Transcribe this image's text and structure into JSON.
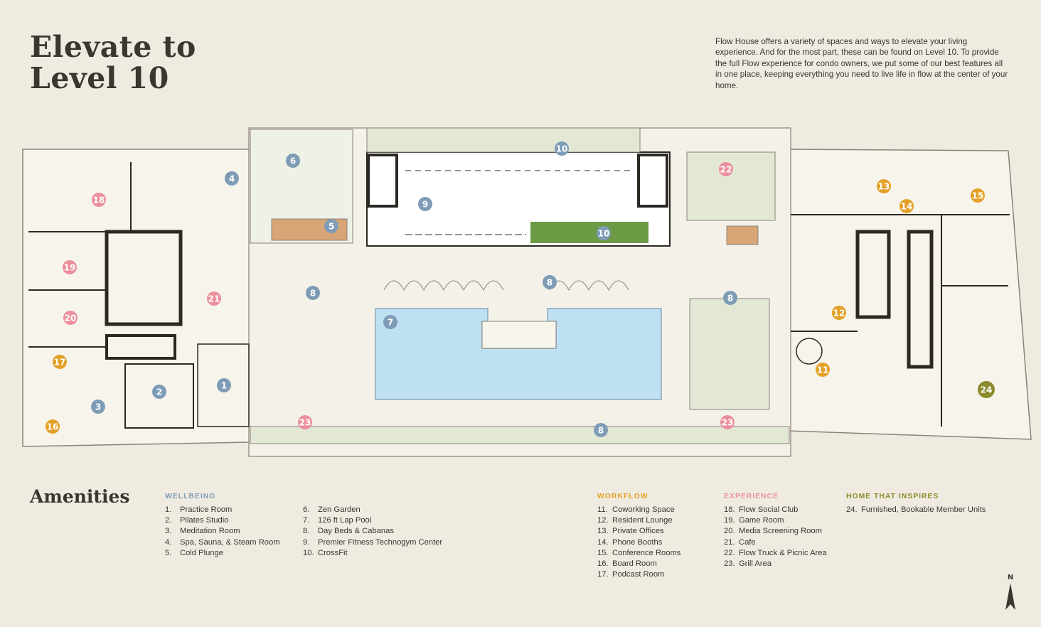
{
  "header": {
    "title_line1": "Elevate to",
    "title_line2": "Level 10",
    "intro": "Flow House offers a variety of spaces and ways to elevate your living experience. And for the most part, these can be found on Level 10. To provide the full Flow experience for condo owners, we put some of our best features all in one place, keeping everything you need to live life in flow at the center of your home."
  },
  "colors": {
    "wellbeing": "#7f9cb6",
    "workflow": "#e3a128",
    "experience": "#ec8f9c",
    "home": "#8b8a2c",
    "background": "#f0ebe0",
    "pool": "#bfe0f3",
    "green_roof": "#6c9a45",
    "landscape": "#e3e8d4"
  },
  "markers": [
    {
      "n": "1",
      "cat": "wellbeing"
    },
    {
      "n": "2",
      "cat": "wellbeing"
    },
    {
      "n": "3",
      "cat": "wellbeing"
    },
    {
      "n": "4",
      "cat": "wellbeing"
    },
    {
      "n": "5",
      "cat": "wellbeing"
    },
    {
      "n": "6",
      "cat": "wellbeing"
    },
    {
      "n": "7",
      "cat": "wellbeing"
    },
    {
      "n": "8",
      "cat": "wellbeing"
    },
    {
      "n": "8",
      "cat": "wellbeing"
    },
    {
      "n": "8",
      "cat": "wellbeing"
    },
    {
      "n": "8",
      "cat": "wellbeing"
    },
    {
      "n": "9",
      "cat": "wellbeing"
    },
    {
      "n": "10",
      "cat": "wellbeing"
    },
    {
      "n": "10",
      "cat": "wellbeing"
    },
    {
      "n": "11",
      "cat": "workflow"
    },
    {
      "n": "12",
      "cat": "workflow"
    },
    {
      "n": "13",
      "cat": "workflow"
    },
    {
      "n": "14",
      "cat": "workflow"
    },
    {
      "n": "15",
      "cat": "workflow"
    },
    {
      "n": "16",
      "cat": "workflow"
    },
    {
      "n": "17",
      "cat": "workflow"
    },
    {
      "n": "18",
      "cat": "experience"
    },
    {
      "n": "19",
      "cat": "experience"
    },
    {
      "n": "20",
      "cat": "experience"
    },
    {
      "n": "21",
      "cat": "experience"
    },
    {
      "n": "22",
      "cat": "experience"
    },
    {
      "n": "23",
      "cat": "experience"
    },
    {
      "n": "23",
      "cat": "experience"
    },
    {
      "n": "24",
      "cat": "home"
    }
  ],
  "amenities": {
    "title": "Amenities",
    "wellbeing": {
      "heading": "WELLBEING",
      "items_a": [
        {
          "num": "1.",
          "label": "Practice Room"
        },
        {
          "num": "2.",
          "label": "Pilates Studio"
        },
        {
          "num": "3.",
          "label": "Meditation Room"
        },
        {
          "num": "4.",
          "label": "Spa, Sauna, & Steam Room"
        },
        {
          "num": "5.",
          "label": "Cold Plunge"
        }
      ],
      "items_b": [
        {
          "num": "6.",
          "label": "Zen Garden"
        },
        {
          "num": "7.",
          "label": "126 ft Lap Pool"
        },
        {
          "num": "8.",
          "label": "Day Beds & Cabanas"
        },
        {
          "num": "9.",
          "label": "Premier Fitness Technogym Center"
        },
        {
          "num": "10.",
          "label": "CrossFit"
        }
      ]
    },
    "workflow": {
      "heading": "WORKFLOW",
      "items": [
        {
          "num": "11.",
          "label": "Coworking Space"
        },
        {
          "num": "12.",
          "label": "Resident Lounge"
        },
        {
          "num": "13.",
          "label": "Private Offices"
        },
        {
          "num": "14.",
          "label": "Phone Booths"
        },
        {
          "num": "15.",
          "label": "Conference Rooms"
        },
        {
          "num": "16.",
          "label": "Board Room"
        },
        {
          "num": "17.",
          "label": "Podcast Room"
        }
      ]
    },
    "experience": {
      "heading": "EXPERIENCE",
      "items": [
        {
          "num": "18.",
          "label": "Flow Social Club"
        },
        {
          "num": "19.",
          "label": "Game Room"
        },
        {
          "num": "20.",
          "label": "Media Screening Room"
        },
        {
          "num": "21.",
          "label": "Cafe"
        },
        {
          "num": "22.",
          "label": "Flow Truck & Picnic Area"
        },
        {
          "num": "23.",
          "label": "Grill Area"
        }
      ]
    },
    "home": {
      "heading": "HOME THAT INSPIRES",
      "items": [
        {
          "num": "24.",
          "label": "Furnished, Bookable Member Units"
        }
      ]
    }
  },
  "compass": {
    "label": "N"
  }
}
